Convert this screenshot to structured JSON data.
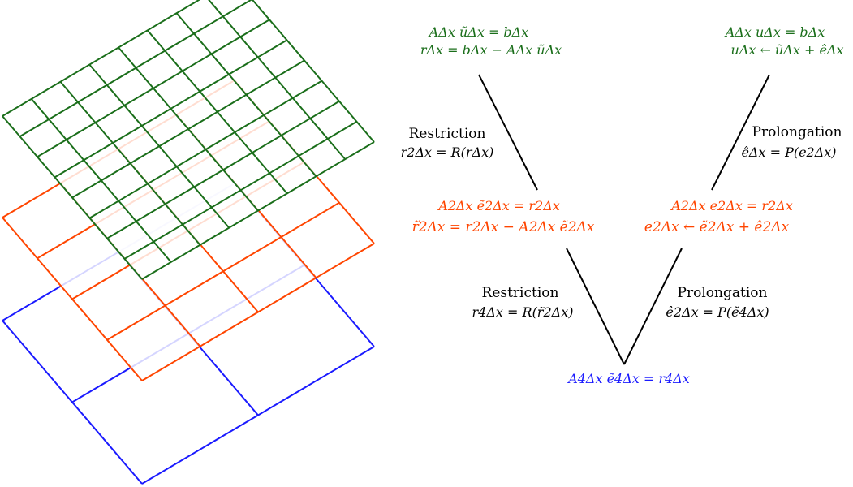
{
  "colors": {
    "fine": "#1a6e1a",
    "medium": "#ff4500",
    "coarse": "#1a1aff",
    "line": "#000000",
    "text": "#000000"
  },
  "grids": {
    "fine": {
      "cells": 8,
      "color_key": "fine"
    },
    "medium": {
      "cells": 4,
      "color_key": "medium"
    },
    "coarse": {
      "cells": 2,
      "color_key": "coarse"
    }
  },
  "vcycle": {
    "fine_left": {
      "line1": "AΔx ũΔx = bΔx",
      "line2": "rΔx = bΔx − AΔx ũΔx"
    },
    "fine_right": {
      "line1": "AΔx uΔx = bΔx",
      "line2": "uΔx ← ũΔx + êΔx"
    },
    "restriction_1": {
      "title": "Restriction",
      "formula": "r2Δx = R(rΔx)"
    },
    "prolongation_1": {
      "title": "Prolongation",
      "formula": "êΔx = P(e2Δx)"
    },
    "medium_left": {
      "line1": "A2Δx ẽ2Δx = r2Δx",
      "line2": "r̃2Δx = r2Δx − A2Δx ẽ2Δx"
    },
    "medium_right": {
      "line1": "A2Δx e2Δx = r2Δx",
      "line2": "e2Δx ← ẽ2Δx + ê2Δx"
    },
    "restriction_2": {
      "title": "Restriction",
      "formula": "r4Δx = R(r̃2Δx)"
    },
    "prolongation_2": {
      "title": "Prolongation",
      "formula": "ê2Δx = P(ẽ4Δx)"
    },
    "coarse": {
      "line1": "A4Δx ẽ4Δx = r4Δx"
    }
  }
}
